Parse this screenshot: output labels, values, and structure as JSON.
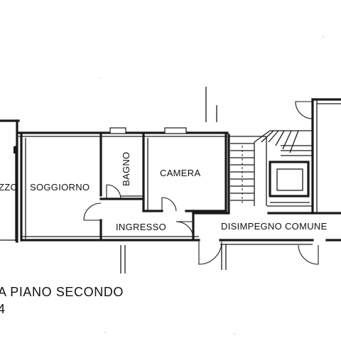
{
  "rooms": {
    "left_partial": "ZZO",
    "soggiorno": "SOGGIORNO",
    "bagno": "BAGNO",
    "camera": "CAMERA",
    "ingresso": "INGRESSO",
    "disimpegno": "DISIMPEGNO COMUNE"
  },
  "caption": {
    "line1": "A PIANO SECONDO",
    "line2": "4"
  },
  "icons": [
    "door-swing-icon",
    "stair-icon",
    "elevator-icon"
  ]
}
